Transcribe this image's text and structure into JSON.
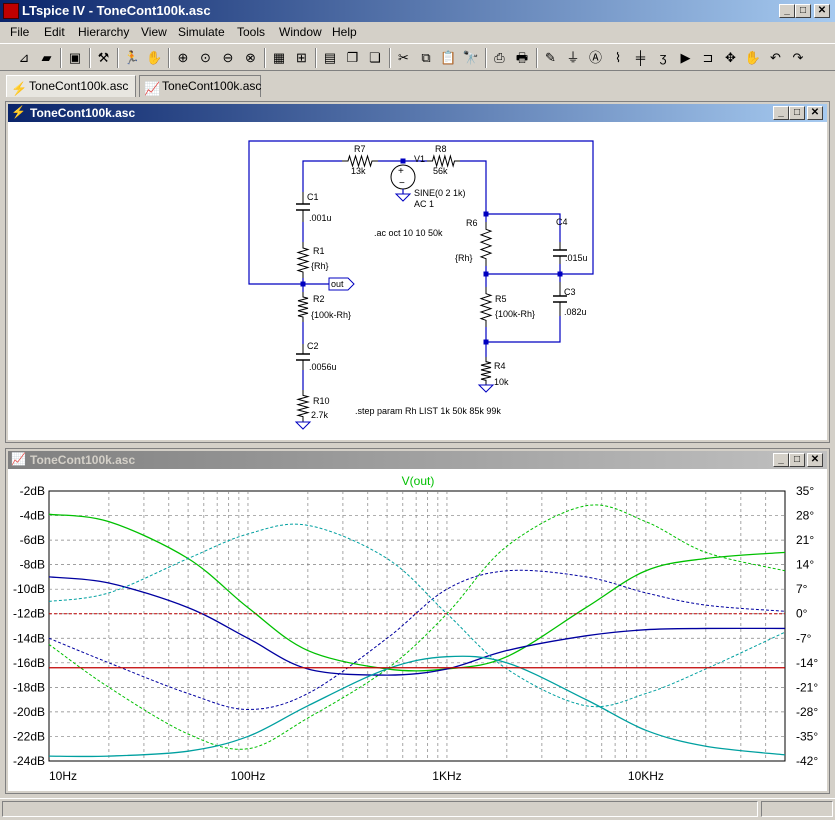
{
  "app": {
    "title": "LTspice IV - ToneCont100k.asc"
  },
  "menu": [
    "File",
    "Edit",
    "Hierarchy",
    "View",
    "Simulate",
    "Tools",
    "Window",
    "Help"
  ],
  "toolbar": [
    {
      "icon": "new-schematic-icon",
      "glyph": "⊿"
    },
    {
      "icon": "open-icon",
      "glyph": "▰"
    },
    {
      "sep": true
    },
    {
      "icon": "save-icon",
      "glyph": "▣"
    },
    {
      "sep": true
    },
    {
      "icon": "control-panel-icon",
      "glyph": "⚒"
    },
    {
      "sep": true
    },
    {
      "icon": "run-icon",
      "glyph": "🏃"
    },
    {
      "icon": "halt-icon",
      "glyph": "✋"
    },
    {
      "sep": true
    },
    {
      "icon": "zoom-in-icon",
      "glyph": "⊕"
    },
    {
      "icon": "zoom-pan-icon",
      "glyph": "⊙"
    },
    {
      "icon": "zoom-out-icon",
      "glyph": "⊖"
    },
    {
      "icon": "zoom-fit-icon",
      "glyph": "⊗"
    },
    {
      "sep": true
    },
    {
      "icon": "autoscale-icon",
      "glyph": "▦"
    },
    {
      "icon": "grid-icon",
      "glyph": "⊞"
    },
    {
      "sep": true
    },
    {
      "icon": "tile-horizontal-icon",
      "glyph": "▤"
    },
    {
      "icon": "cascade-icon",
      "glyph": "❐"
    },
    {
      "icon": "close-all-icon",
      "glyph": "❏"
    },
    {
      "sep": true
    },
    {
      "icon": "cut-icon",
      "glyph": "✂"
    },
    {
      "icon": "copy-icon",
      "glyph": "⧉"
    },
    {
      "icon": "paste-icon",
      "glyph": "📋"
    },
    {
      "icon": "find-icon",
      "glyph": "🔭"
    },
    {
      "sep": true
    },
    {
      "icon": "print-preview-icon",
      "glyph": "⎙"
    },
    {
      "icon": "print-icon",
      "glyph": "🖶"
    },
    {
      "sep": true
    },
    {
      "icon": "wire-icon",
      "glyph": "✎"
    },
    {
      "icon": "ground-icon",
      "glyph": "⏚"
    },
    {
      "icon": "label-net-icon",
      "glyph": "Ⓐ"
    },
    {
      "icon": "resistor-icon",
      "glyph": "⌇"
    },
    {
      "icon": "capacitor-icon",
      "glyph": "╪"
    },
    {
      "icon": "inductor-icon",
      "glyph": "ʒ"
    },
    {
      "icon": "diode-icon",
      "glyph": "▶"
    },
    {
      "icon": "component-icon",
      "glyph": "⊐"
    },
    {
      "icon": "move-icon",
      "glyph": "✥"
    },
    {
      "icon": "drag-icon",
      "glyph": "✋"
    },
    {
      "icon": "undo-icon",
      "glyph": "↶"
    },
    {
      "icon": "redo-icon",
      "glyph": "↷"
    }
  ],
  "tabs": [
    {
      "label": "ToneCont100k.asc",
      "icon": "schematic-tab-icon",
      "glyph": "⚡",
      "active": true
    },
    {
      "label": "ToneCont100k.asc",
      "icon": "waveform-tab-icon",
      "glyph": "📈",
      "active": false
    }
  ],
  "schematic": {
    "title": "ToneCont100k.asc",
    "components": [
      {
        "name": "R7",
        "value": "13k"
      },
      {
        "name": "R8",
        "value": "56k"
      },
      {
        "name": "V1",
        "value": "SINE(0 2 1k)",
        "value2": "AC 1"
      },
      {
        "name": "C1",
        "value": ".001u"
      },
      {
        "name": "R1",
        "value": "{Rh}"
      },
      {
        "name": "R2",
        "value": "{100k-Rh}"
      },
      {
        "name": "C2",
        "value": ".0056u"
      },
      {
        "name": "R10",
        "value": "2.7k"
      },
      {
        "name": "R6",
        "value": "{Rh}"
      },
      {
        "name": "C4",
        "value": ".015u"
      },
      {
        "name": "R5",
        "value": "{100k-Rh}"
      },
      {
        "name": "C3",
        "value": ".082u"
      },
      {
        "name": "R4",
        "value": "10k"
      }
    ],
    "net_label": "out",
    "directives": [
      ".ac oct 10 10 50k",
      ".step param Rh LIST 1k 50k 85k 99k"
    ]
  },
  "waveform": {
    "title": "ToneCont100k.asc"
  },
  "chart_data": {
    "type": "line",
    "title": "V(out)",
    "x_scale": "log",
    "xlim": [
      10,
      50000
    ],
    "x_ticks": [
      "10Hz",
      "100Hz",
      "1KHz",
      "10KHz"
    ],
    "ylim_left": [
      -24,
      -2
    ],
    "y_ticks_left": [
      "-2dB",
      "-4dB",
      "-6dB",
      "-8dB",
      "-10dB",
      "-12dB",
      "-14dB",
      "-16dB",
      "-18dB",
      "-20dB",
      "-22dB",
      "-24dB"
    ],
    "ylim_right": [
      -42,
      35
    ],
    "y_ticks_right": [
      "35°",
      "28°",
      "21°",
      "14°",
      "7°",
      "0°",
      "-7°",
      "-14°",
      "-21°",
      "-28°",
      "-35°",
      "-42°"
    ],
    "grid": true,
    "x": [
      10,
      20,
      50,
      100,
      200,
      500,
      1000,
      2000,
      5000,
      10000,
      20000,
      50000
    ],
    "series": [
      {
        "color": "#00c000",
        "dash": false,
        "values": [
          -3.9,
          -4.5,
          -7.5,
          -11.5,
          -15.0,
          -16.5,
          -16.5,
          -15.5,
          -11.5,
          -8.5,
          -7.5,
          -7.0
        ]
      },
      {
        "color": "#00c000",
        "dash": true,
        "values": [
          -14.5,
          -18.0,
          -21.8,
          -23.0,
          -20.5,
          -16.5,
          -12.0,
          -6.5,
          -3.2,
          -4.5,
          -7.0,
          -8.5
        ]
      },
      {
        "color": "#0000a0",
        "dash": false,
        "values": [
          -9.0,
          -9.5,
          -11.5,
          -14.0,
          -16.5,
          -17.0,
          -16.5,
          -15.0,
          -13.8,
          -13.3,
          -13.2,
          -13.2
        ]
      },
      {
        "color": "#0000a0",
        "dash": true,
        "values": [
          -14.0,
          -16.0,
          -18.5,
          -19.8,
          -18.5,
          -14.0,
          -10.0,
          -8.5,
          -9.0,
          -10.3,
          -11.3,
          -11.8
        ]
      },
      {
        "color": "#00a0a0",
        "dash": false,
        "values": [
          -23.6,
          -23.6,
          -23.2,
          -22.0,
          -19.5,
          -16.5,
          -15.5,
          -16.0,
          -19.0,
          -21.5,
          -22.8,
          -23.5
        ]
      },
      {
        "color": "#00a0a0",
        "dash": true,
        "values": [
          -11.0,
          -10.3,
          -7.5,
          -5.5,
          -4.8,
          -7.5,
          -12.0,
          -16.5,
          -19.5,
          -18.5,
          -16.5,
          -13.5
        ]
      },
      {
        "color": "#c00000",
        "dash": false,
        "values": [
          -16.4,
          -16.4,
          -16.4,
          -16.4,
          -16.4,
          -16.4,
          -16.4,
          -16.4,
          -16.4,
          -16.4,
          -16.4,
          -16.4
        ]
      },
      {
        "color": "#c00000",
        "dash": true,
        "values": [
          -12.0,
          -12.0,
          -12.0,
          -12.0,
          -12.0,
          -12.0,
          -12.0,
          -12.0,
          -12.0,
          -12.0,
          -12.0,
          -12.0
        ]
      }
    ]
  },
  "colors": {
    "titlebar_active": "#0a246a",
    "titlebar_inactive": "#808080",
    "wire": "#0000c0",
    "component": "#800000"
  }
}
